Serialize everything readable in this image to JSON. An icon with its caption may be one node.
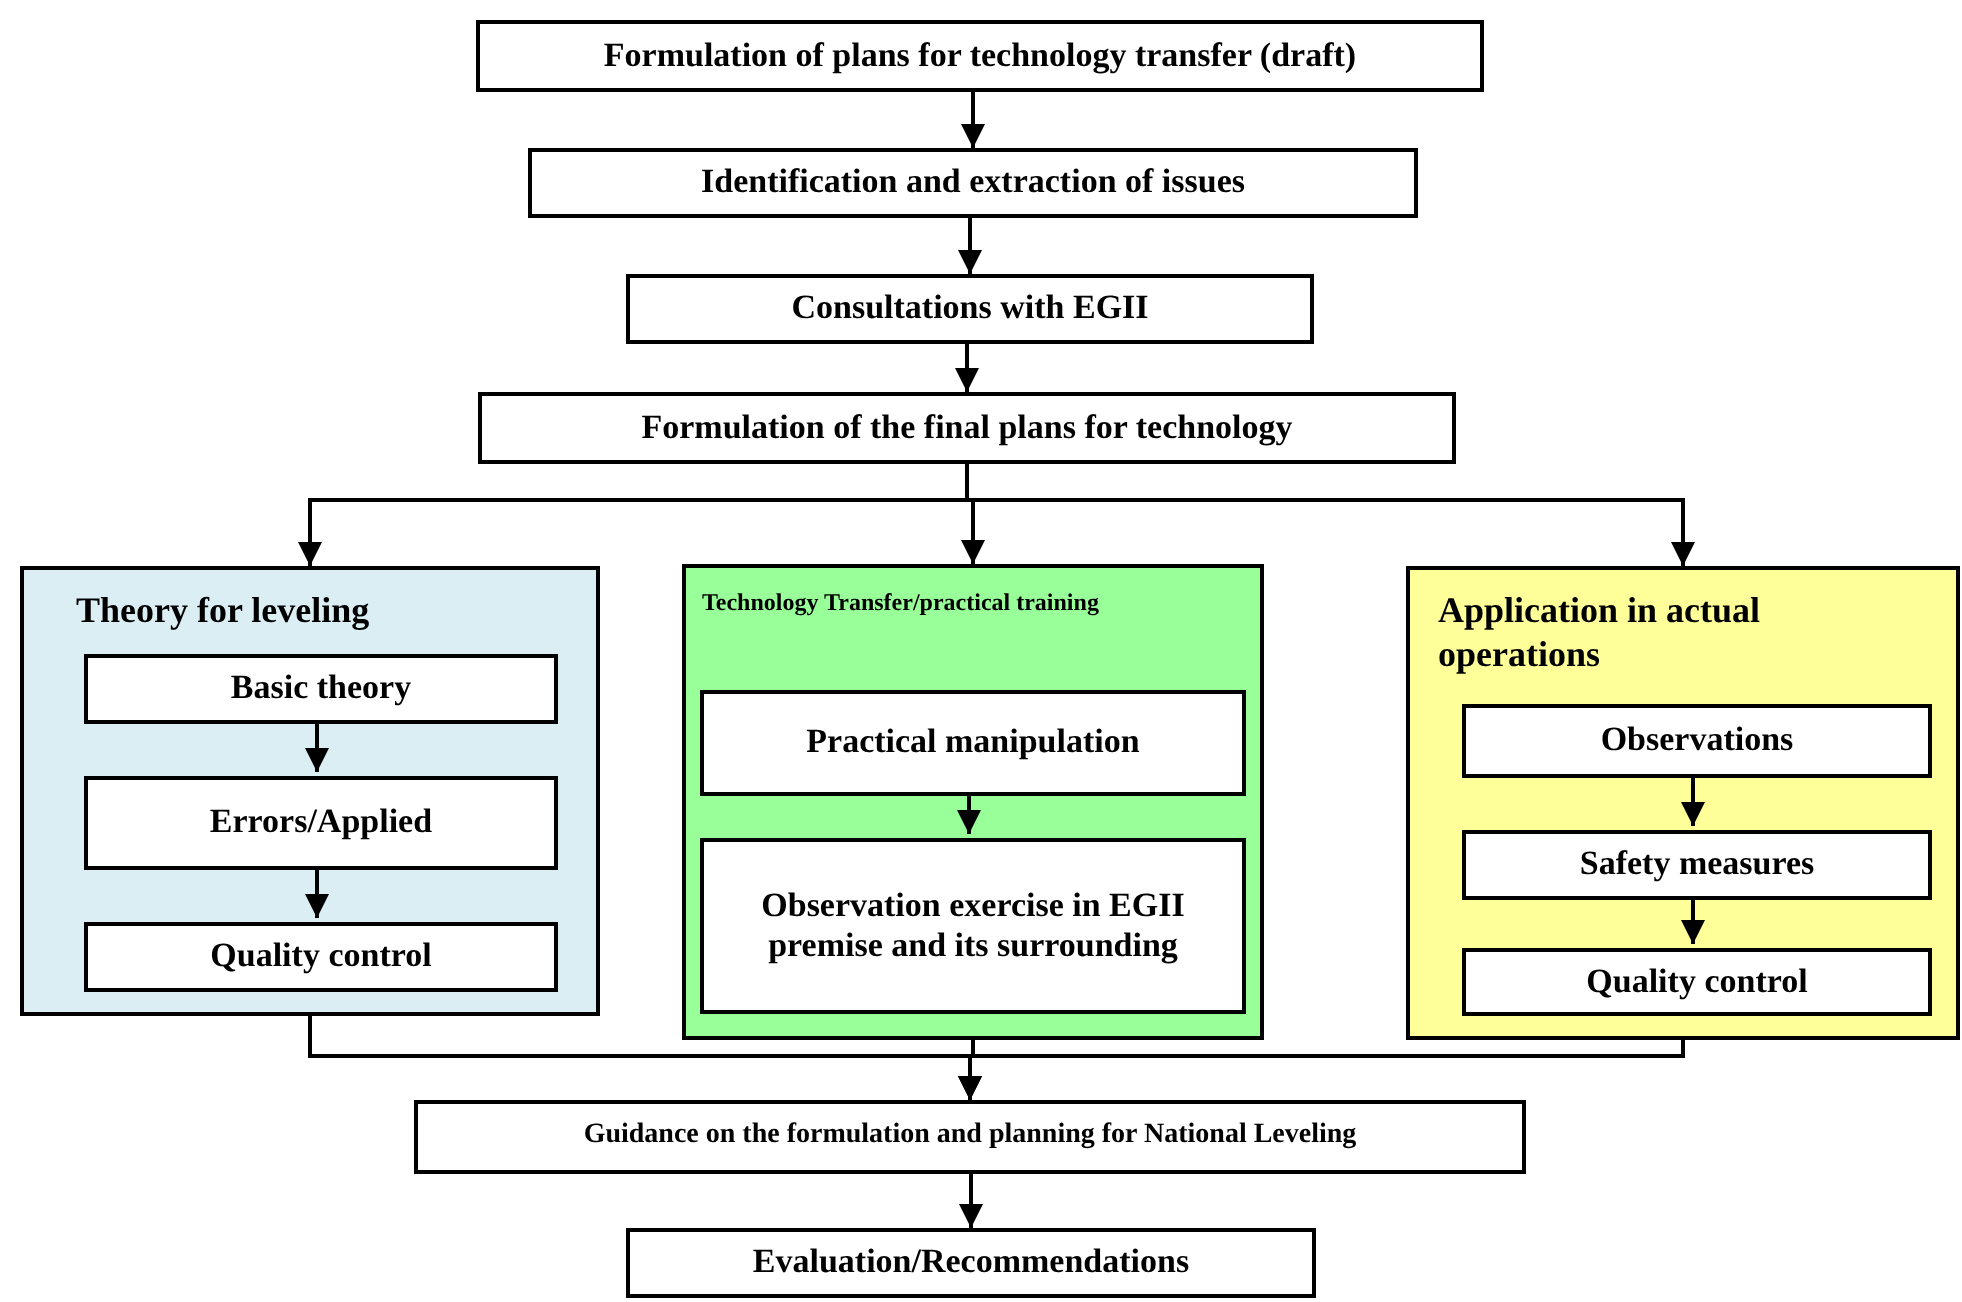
{
  "diagram": {
    "nodes": [
      {
        "text": [
          "Formulation of plans for technology transfer (draft)"
        ]
      },
      {
        "text": [
          "Identification and extraction of issues"
        ]
      },
      {
        "text": [
          "Consultations with EGII"
        ]
      },
      {
        "text": [
          "Formulation of the final plans for technology"
        ]
      },
      {
        "text": [
          "Theory for leveling"
        ]
      },
      {
        "text": [
          "Basic theory"
        ],
        "in": 4
      },
      {
        "text": [
          "Errors/Applied"
        ],
        "in": 4
      },
      {
        "text": [
          "Quality control"
        ],
        "in": 4
      },
      {
        "text": [
          "Technology Transfer/practical training"
        ]
      },
      {
        "text": [
          "Practical manipulation"
        ],
        "in": 8
      },
      {
        "text": [
          "Observation exercise in EGII premise and its surrounding"
        ],
        "in": 8
      },
      {
        "text": [
          "Application in actual operations"
        ]
      },
      {
        "text": [
          "Observations"
        ],
        "in": 11
      },
      {
        "text": [
          "Safety measures"
        ],
        "in": 11
      },
      {
        "text": [
          "Quality control"
        ],
        "in": 11
      },
      {
        "text": [
          "Guidance on the formulation and planning for National Leveling"
        ]
      },
      {
        "text": [
          "Evaluation/Recommendations"
        ]
      }
    ],
    "edges": [
      {
        "from": 0,
        "to": 1,
        "arrow": "to"
      },
      {
        "from": 1,
        "to": 2,
        "arrow": "to"
      },
      {
        "from": 2,
        "to": 3,
        "arrow": "to"
      },
      {
        "from": 3,
        "to": 4,
        "arrow": "to"
      },
      {
        "from": 3,
        "to": 8,
        "arrow": "to"
      },
      {
        "from": 3,
        "to": 11,
        "arrow": "to"
      },
      {
        "from": 5,
        "to": 6,
        "arrow": "to"
      },
      {
        "from": 6,
        "to": 7,
        "arrow": "to"
      },
      {
        "from": 9,
        "to": 10,
        "arrow": "to"
      },
      {
        "from": 12,
        "to": 13,
        "arrow": "to"
      },
      {
        "from": 13,
        "to": 14,
        "arrow": "to"
      },
      {
        "from": 4,
        "to": 15,
        "arrow": "to"
      },
      {
        "from": 8,
        "to": 15,
        "arrow": "to"
      },
      {
        "from": 11,
        "to": 15,
        "arrow": "to"
      },
      {
        "from": 15,
        "to": 16,
        "arrow": "to"
      }
    ]
  }
}
